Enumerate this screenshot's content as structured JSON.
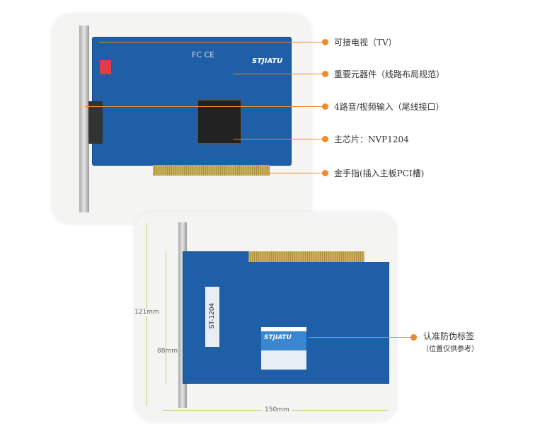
{
  "front_callouts": [
    {
      "label": "可接电视（TV）"
    },
    {
      "label": "重要元器件（线路布局规范）"
    },
    {
      "label": "4路音/视频输入（尾线接口）"
    },
    {
      "label": "主芯片：NVP1204"
    },
    {
      "label": "金手指(插入主板PCI槽)"
    }
  ],
  "back_callout": {
    "label": "认准防伪标签",
    "note": "（位置仅供参考）"
  },
  "dimensions": {
    "height_total": "121mm",
    "height_board": "88mm",
    "width": "150mm"
  },
  "board_markings": {
    "brand": "STJIATU",
    "model": "ST-1204",
    "fcc": "FC CE"
  },
  "colors": {
    "accent": "#f08a2c",
    "pcb": "#1e5fa8",
    "dimension_line": "#b9d36a"
  }
}
